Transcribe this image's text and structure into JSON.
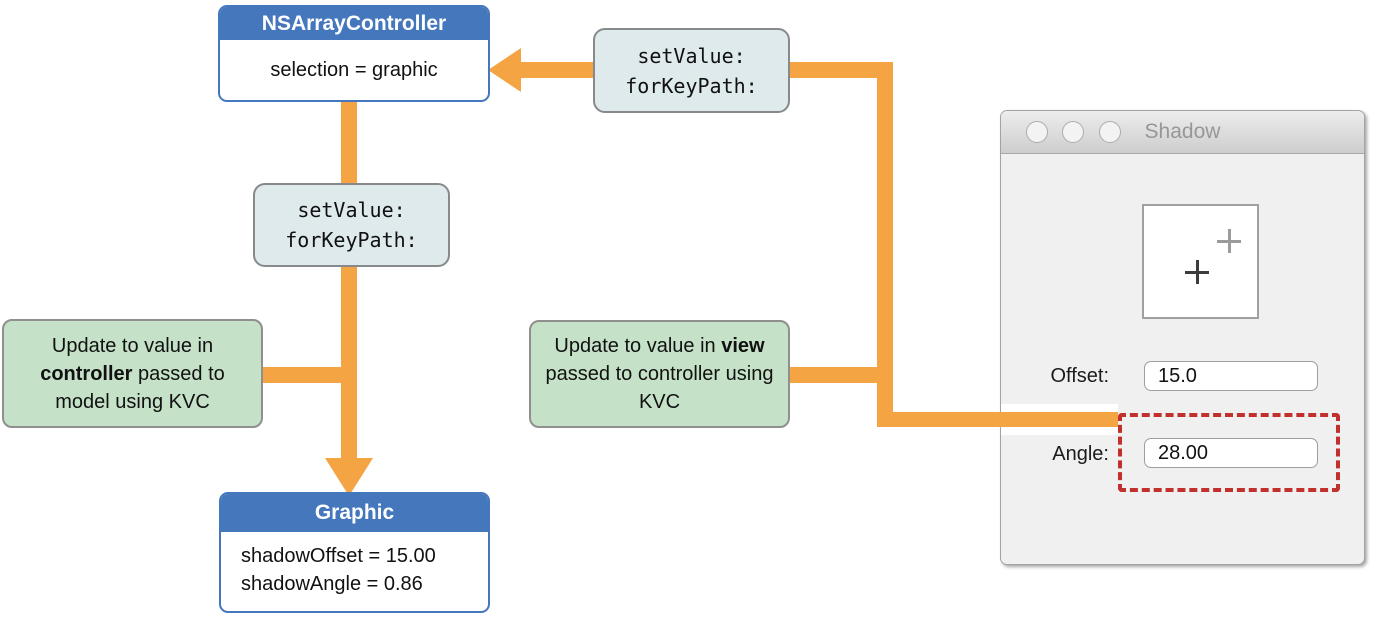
{
  "diagram": {
    "nsarraycontroller": {
      "title": "NSArrayController",
      "body": "selection = graphic"
    },
    "graphic": {
      "title": "Graphic",
      "lines": [
        "shadowOffset = 15.00",
        "shadowAngle = 0.86"
      ]
    },
    "set_value_top": {
      "line1": "setValue:",
      "line2": "forKeyPath:"
    },
    "set_value_mid": {
      "line1": "setValue:",
      "line2": "forKeyPath:"
    },
    "note_controller": {
      "pre": "Update to value in ",
      "bold": "controller",
      "post": " passed to model using KVC"
    },
    "note_view": {
      "pre": "Update to value in ",
      "bold": "view",
      "post": " passed to controller using KVC"
    }
  },
  "window": {
    "title": "Shadow",
    "offset_label": "Offset:",
    "offset_value": "15.0",
    "angle_label": "Angle:",
    "angle_value": "28.00",
    "traffic_lights": [
      "close",
      "minimize",
      "zoom"
    ],
    "preview_icons": [
      "crosshair-gray",
      "crosshair-dark"
    ]
  },
  "colors": {
    "arrow_orange": "#F4A443",
    "header_blue": "#4577BD",
    "note_green": "#C5E2C8",
    "code_bg": "#DFEAEC",
    "highlight_red": "#C2302D",
    "window_bg": "#F0F0F0"
  }
}
